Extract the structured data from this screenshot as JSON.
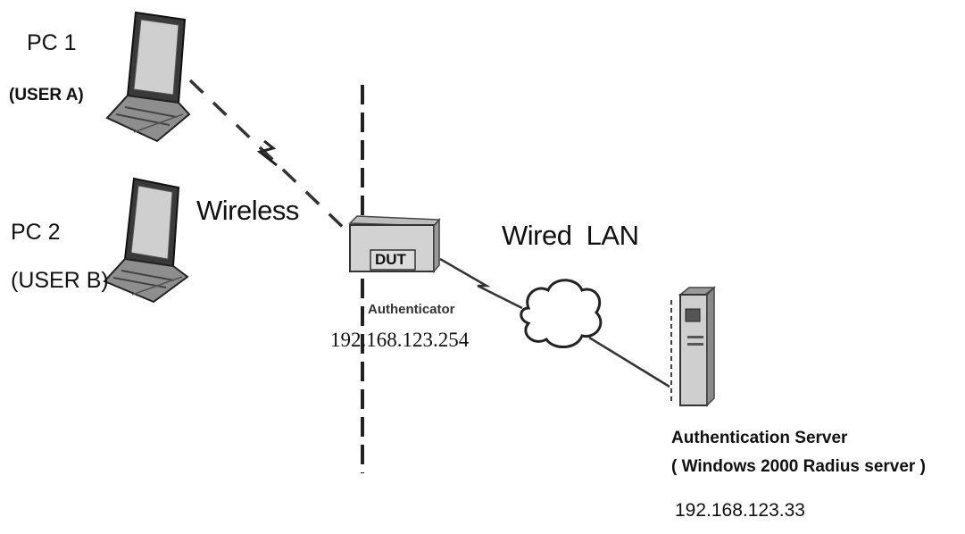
{
  "pc1": {
    "name": "PC 1",
    "user": "(USER A)"
  },
  "pc2": {
    "name": "PC 2",
    "user": "(USER B)"
  },
  "links": {
    "wireless": "Wireless",
    "wired": "Wired  LAN"
  },
  "dut": {
    "label": "DUT",
    "role": "Authenticator",
    "ip": "192.168.123.254"
  },
  "server": {
    "title": "Authentication Server",
    "subtitle": "( Windows 2000 Radius server )",
    "ip": "192.168.123.33"
  }
}
